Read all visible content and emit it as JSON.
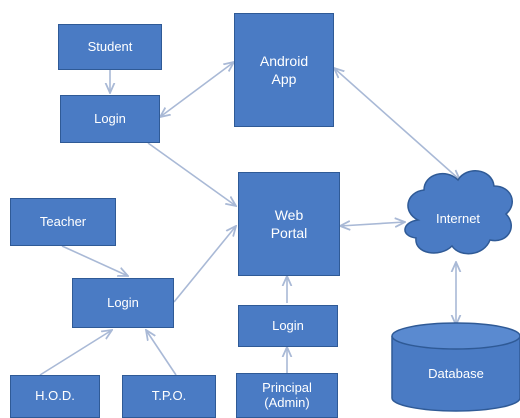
{
  "nodes": {
    "student": "Student",
    "student_login": "Login",
    "android_app": "Android\nApp",
    "web_portal": "Web\nPortal",
    "internet": "Internet",
    "database": "Database",
    "teacher": "Teacher",
    "staff_login": "Login",
    "hod": "H.O.D.",
    "tpo": "T.P.O.",
    "admin_login": "Login",
    "principal": "Principal\n(Admin)"
  },
  "colors": {
    "box_fill": "#4a7bc4",
    "box_border": "#2f5a96",
    "arrow": "#a9b9d6",
    "text": "#ffffff"
  }
}
